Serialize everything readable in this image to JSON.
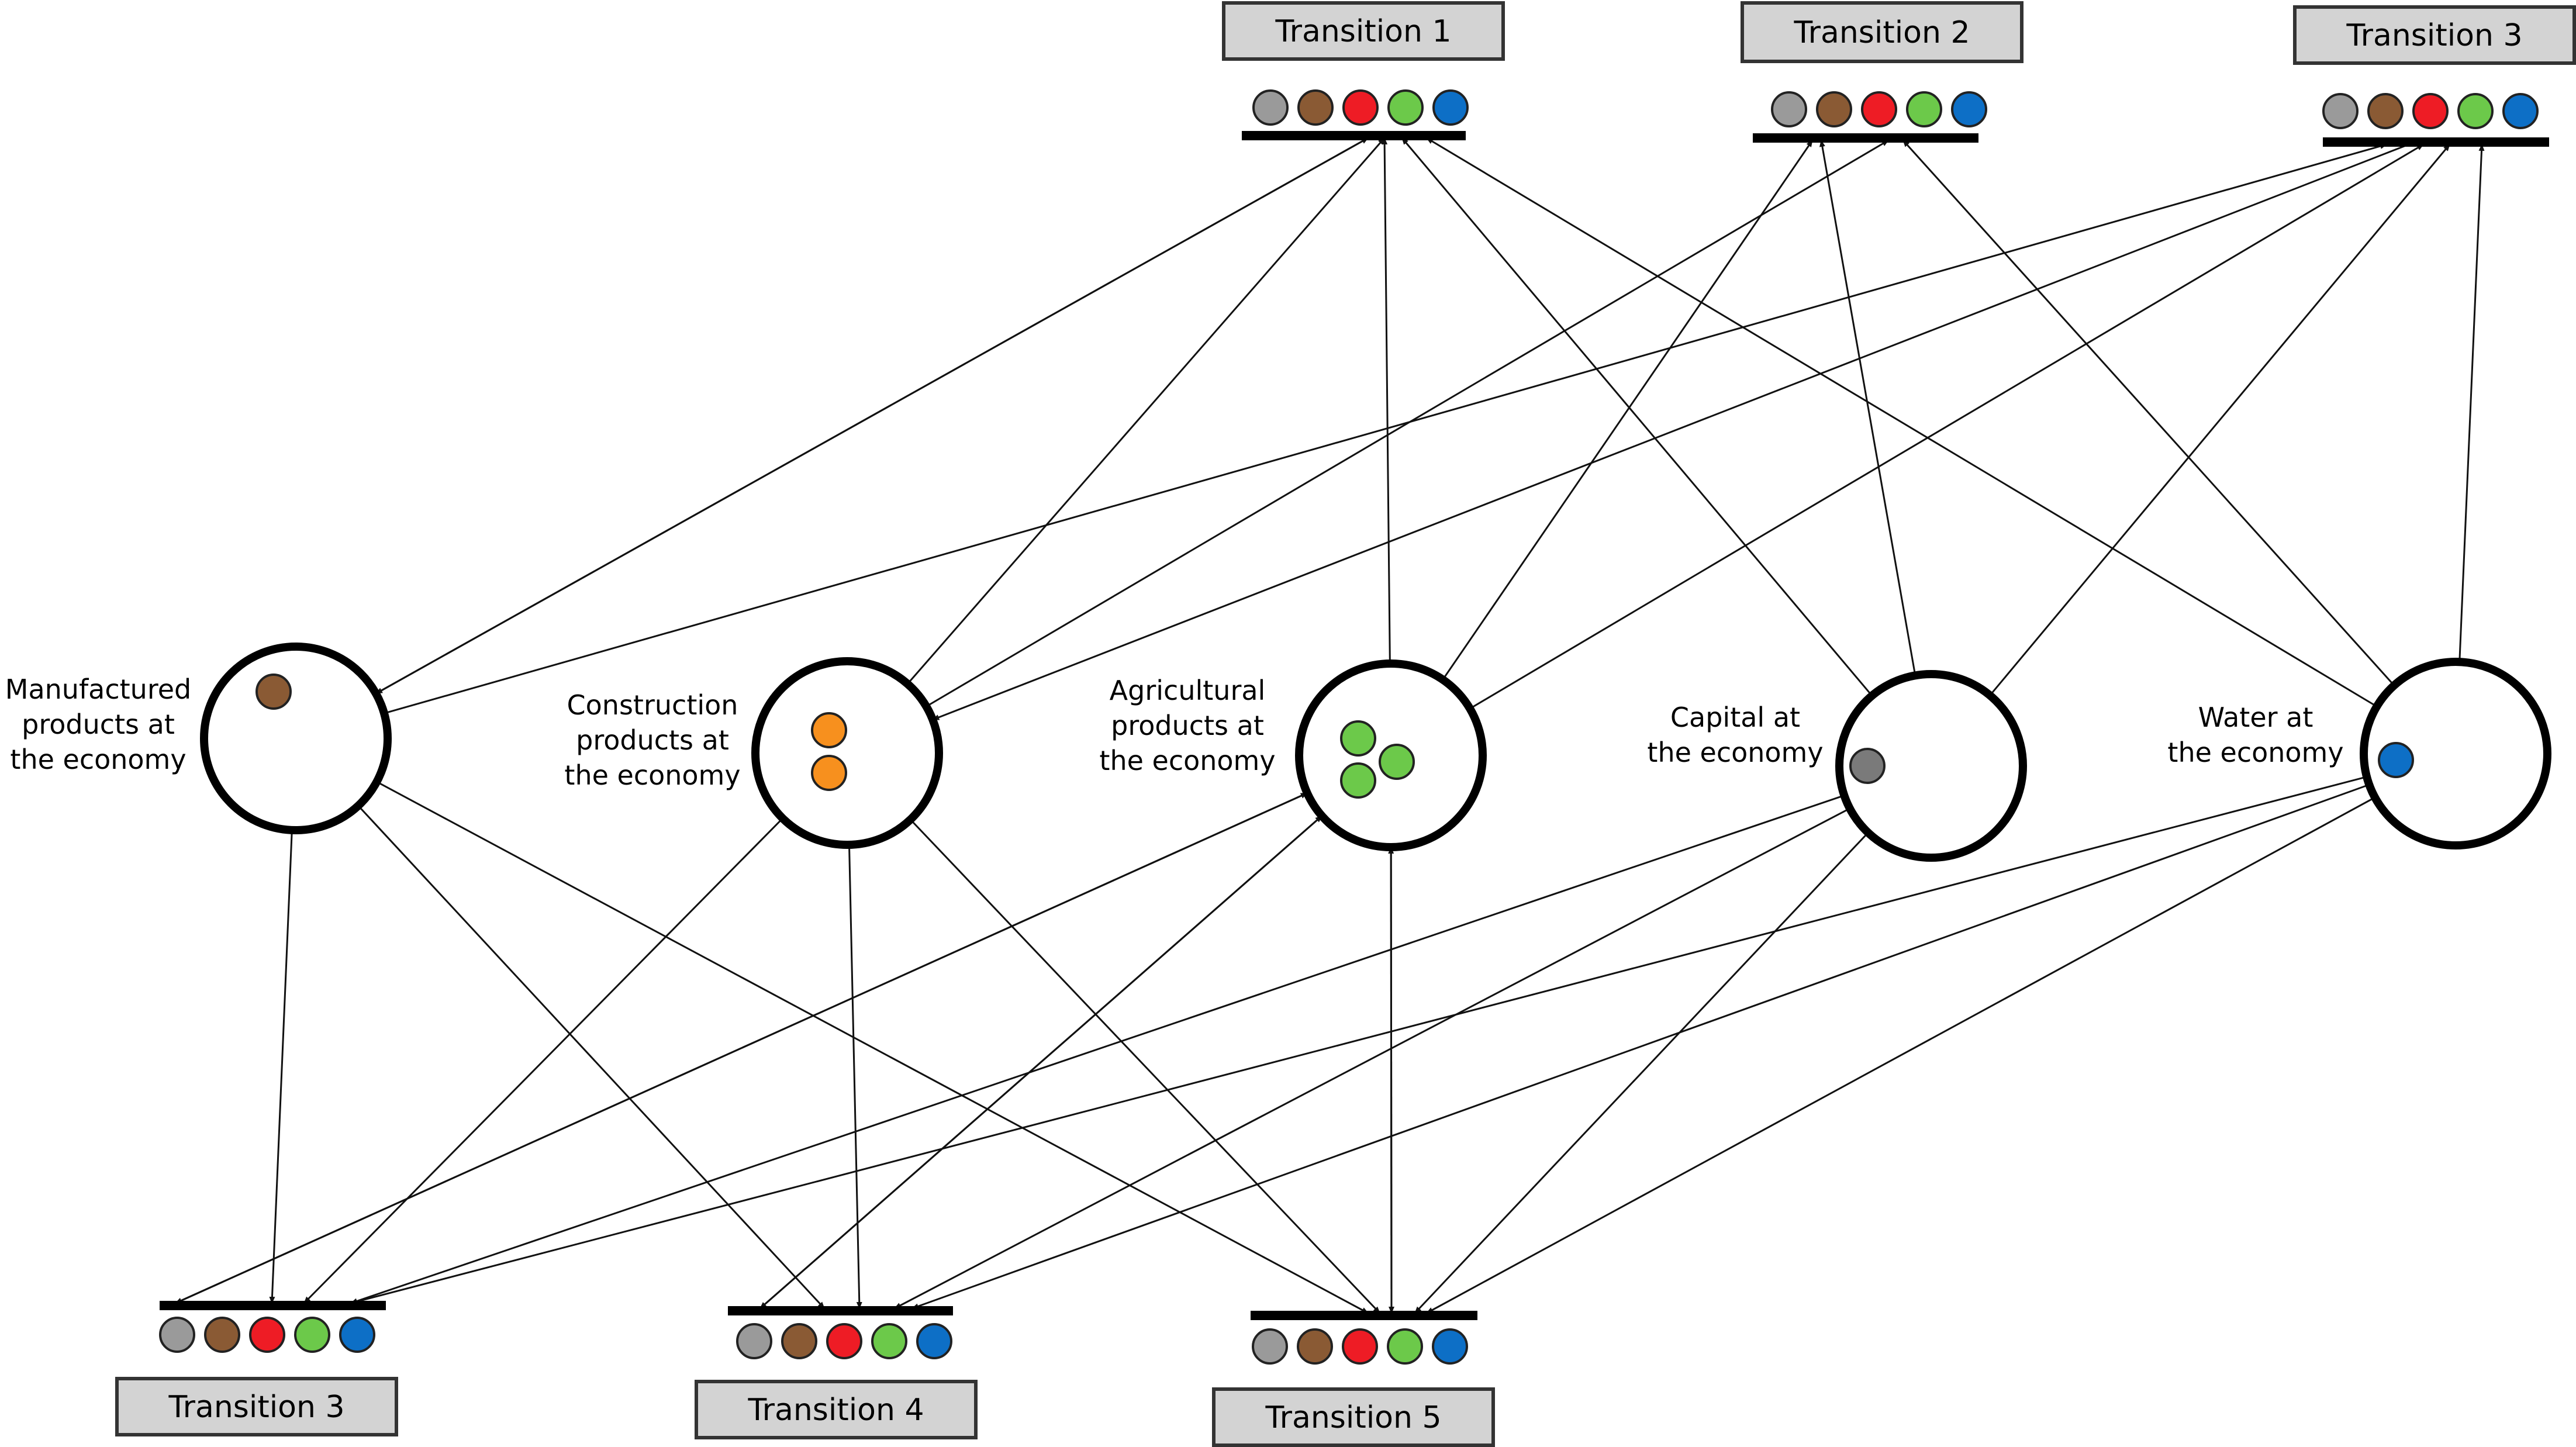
{
  "colors": {
    "gray": "#9a9a9a",
    "brown": "#8a5a34",
    "red": "#ee1c25",
    "green": "#6cc94a",
    "blue": "#0d6fc6",
    "orange": "#f7901e",
    "dark_gray": "#7a7a7a",
    "box_fill": "#d3d3d3"
  },
  "token_order": [
    "gray",
    "brown",
    "red",
    "green",
    "blue"
  ],
  "transitions": [
    {
      "id": "T1top",
      "label": "Transition 1"
    },
    {
      "id": "T2top",
      "label": "Transition 2"
    },
    {
      "id": "T3top",
      "label": "Transition 3"
    },
    {
      "id": "T3bot",
      "label": "Transition 3"
    },
    {
      "id": "T4bot",
      "label": "Transition 4"
    },
    {
      "id": "T5bot",
      "label": "Transition 5"
    }
  ],
  "places": [
    {
      "id": "P1",
      "label_lines": [
        "Manufactured",
        "products at",
        "the economy"
      ],
      "tokens": [
        "brown"
      ]
    },
    {
      "id": "P2",
      "label_lines": [
        "Construction",
        "products at",
        "the economy"
      ],
      "tokens": [
        "orange",
        "orange"
      ]
    },
    {
      "id": "P3",
      "label_lines": [
        "Agricultural",
        "products at",
        "the economy"
      ],
      "tokens": [
        "green",
        "green",
        "green"
      ]
    },
    {
      "id": "P4",
      "label_lines": [
        "Capital at",
        "the economy"
      ],
      "tokens": [
        "dark_gray"
      ]
    },
    {
      "id": "P5",
      "label_lines": [
        "Water at",
        "the economy"
      ],
      "tokens": [
        "blue"
      ]
    }
  ],
  "arcs": [
    {
      "from": "P1",
      "to": "T1top"
    },
    {
      "from": "T1top",
      "to": "P1"
    },
    {
      "from": "P2",
      "to": "T1top"
    },
    {
      "from": "P3",
      "to": "T1top"
    },
    {
      "from": "P4",
      "to": "T1top"
    },
    {
      "from": "P5",
      "to": "T1top"
    },
    {
      "from": "P2",
      "to": "T2top"
    },
    {
      "from": "P3",
      "to": "T2top"
    },
    {
      "from": "P4",
      "to": "T2top"
    },
    {
      "from": "P5",
      "to": "T2top"
    },
    {
      "from": "P1",
      "to": "T3top"
    },
    {
      "from": "T3top",
      "to": "P2"
    },
    {
      "from": "P3",
      "to": "T3top"
    },
    {
      "from": "P4",
      "to": "T3top"
    },
    {
      "from": "P5",
      "to": "T3top"
    },
    {
      "from": "P1",
      "to": "T3bot"
    },
    {
      "from": "P2",
      "to": "T3bot"
    },
    {
      "from": "T3bot",
      "to": "P3"
    },
    {
      "from": "P4",
      "to": "T3bot"
    },
    {
      "from": "P5",
      "to": "T3bot"
    },
    {
      "from": "P3",
      "to": "T3bot"
    },
    {
      "from": "P1",
      "to": "T4bot"
    },
    {
      "from": "P2",
      "to": "T4bot"
    },
    {
      "from": "T4bot",
      "to": "P3"
    },
    {
      "from": "P3",
      "to": "T4bot"
    },
    {
      "from": "P4",
      "to": "T4bot"
    },
    {
      "from": "P5",
      "to": "T4bot"
    },
    {
      "from": "P1",
      "to": "T5bot"
    },
    {
      "from": "P2",
      "to": "T5bot"
    },
    {
      "from": "P3",
      "to": "T5bot"
    },
    {
      "from": "T5bot",
      "to": "P3"
    },
    {
      "from": "P4",
      "to": "T5bot"
    },
    {
      "from": "P5",
      "to": "T5bot"
    }
  ]
}
